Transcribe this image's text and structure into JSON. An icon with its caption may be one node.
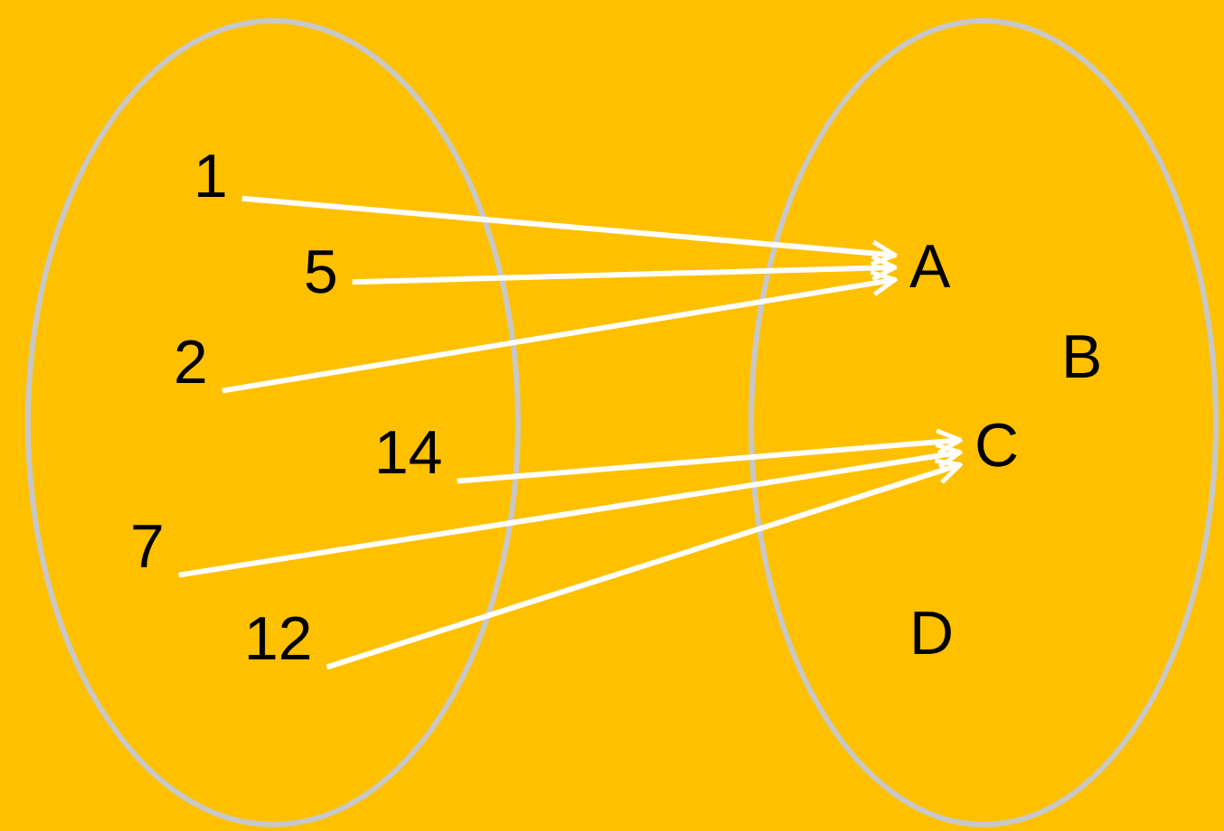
{
  "diagram": {
    "nodes": [
      {
        "text": [],
        "shape": "ellipse"
      },
      {
        "text": [
          "1"
        ],
        "in": 0
      },
      {
        "text": [
          "5"
        ],
        "in": 0
      },
      {
        "text": [
          "2"
        ],
        "in": 0
      },
      {
        "text": [
          "14"
        ],
        "in": 0
      },
      {
        "text": [
          "7"
        ],
        "in": 0
      },
      {
        "text": [
          "12"
        ],
        "in": 0
      },
      {
        "text": [],
        "shape": "ellipse"
      },
      {
        "text": [
          "A"
        ],
        "in": 7
      },
      {
        "text": [
          "B"
        ],
        "in": 7
      },
      {
        "text": [
          "C"
        ],
        "in": 7
      },
      {
        "text": [
          "D"
        ],
        "in": 7
      }
    ],
    "edges": [
      {
        "from": 1,
        "to": 8,
        "arrow": "to"
      },
      {
        "from": 2,
        "to": 8,
        "arrow": "to"
      },
      {
        "from": 3,
        "to": 8,
        "arrow": "to"
      },
      {
        "from": 4,
        "to": 10,
        "arrow": "to"
      },
      {
        "from": 5,
        "to": 10,
        "arrow": "to"
      },
      {
        "from": 6,
        "to": 10,
        "arrow": "to"
      }
    ]
  }
}
